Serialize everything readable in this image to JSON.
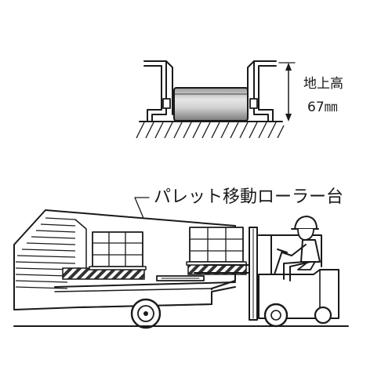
{
  "roller_detail": {
    "height_label": "地上高",
    "height_value": "67㎜"
  },
  "scene": {
    "title": "パレット移動ローラー台"
  },
  "colors": {
    "line": "#1a1a1a",
    "roller_fill": "#c8c8c8",
    "roller_dark": "#8a8a8a",
    "stripe": "#333333",
    "background": "#ffffff"
  }
}
